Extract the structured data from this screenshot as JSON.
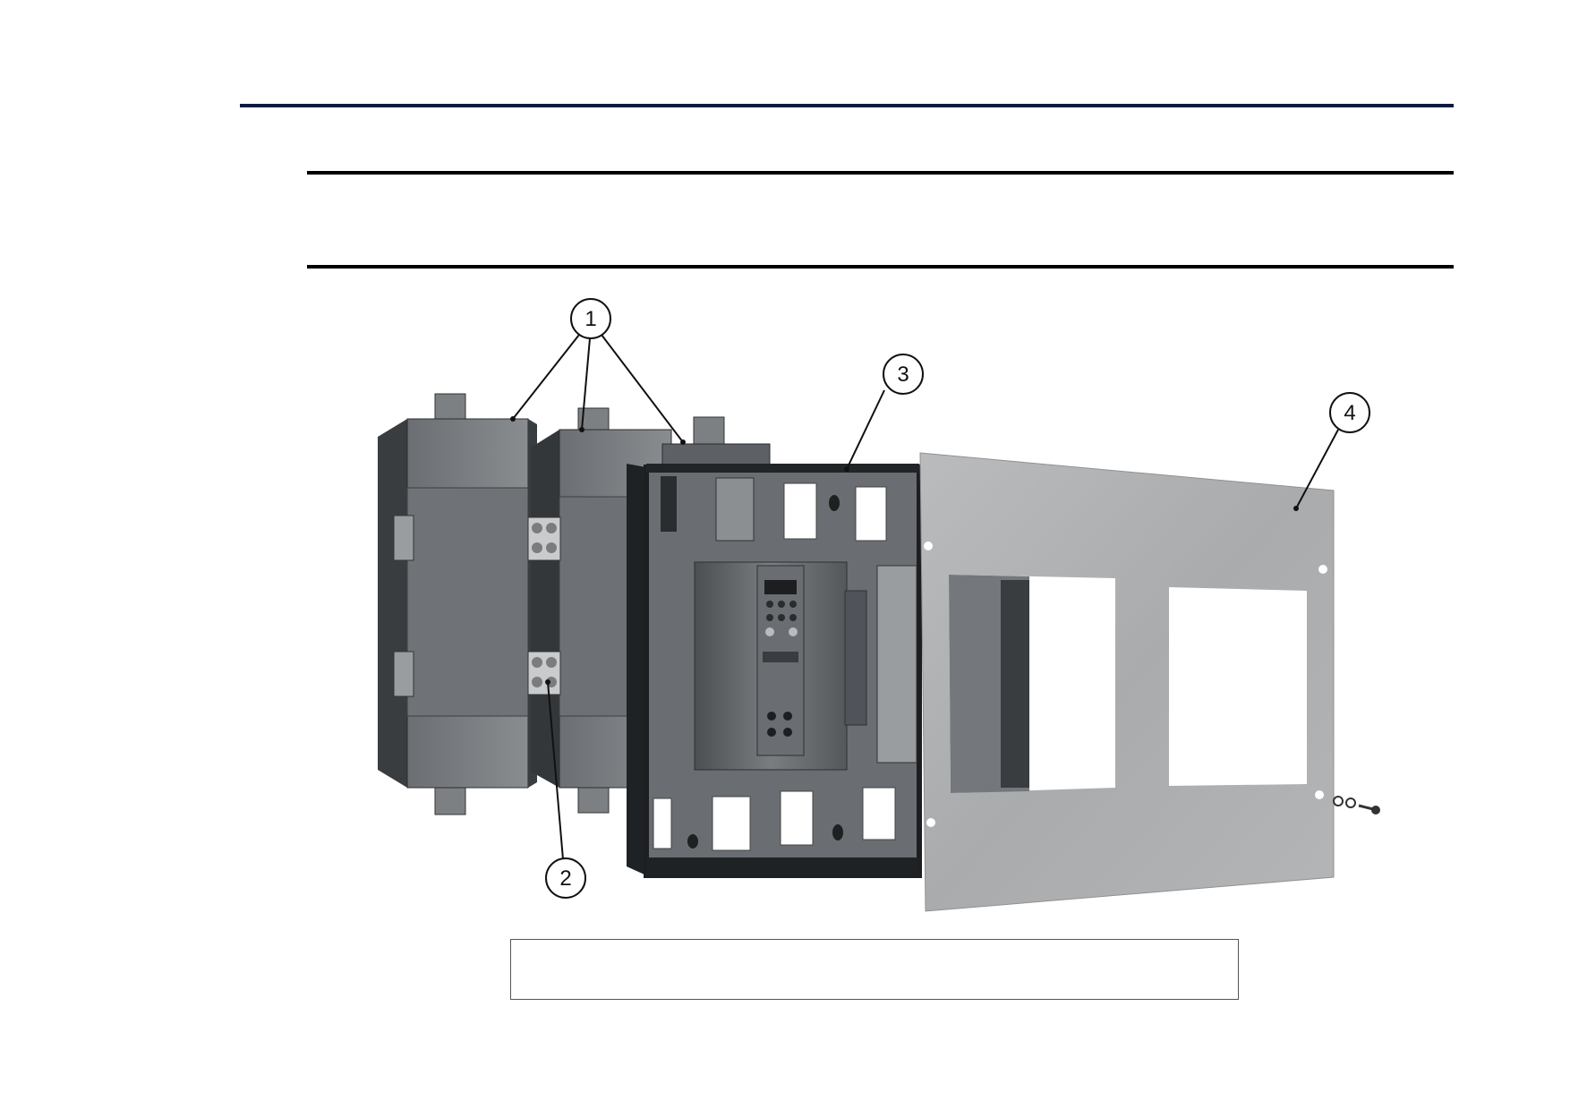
{
  "diagram": {
    "callouts": [
      "1",
      "2",
      "3",
      "4"
    ]
  },
  "caption": ""
}
